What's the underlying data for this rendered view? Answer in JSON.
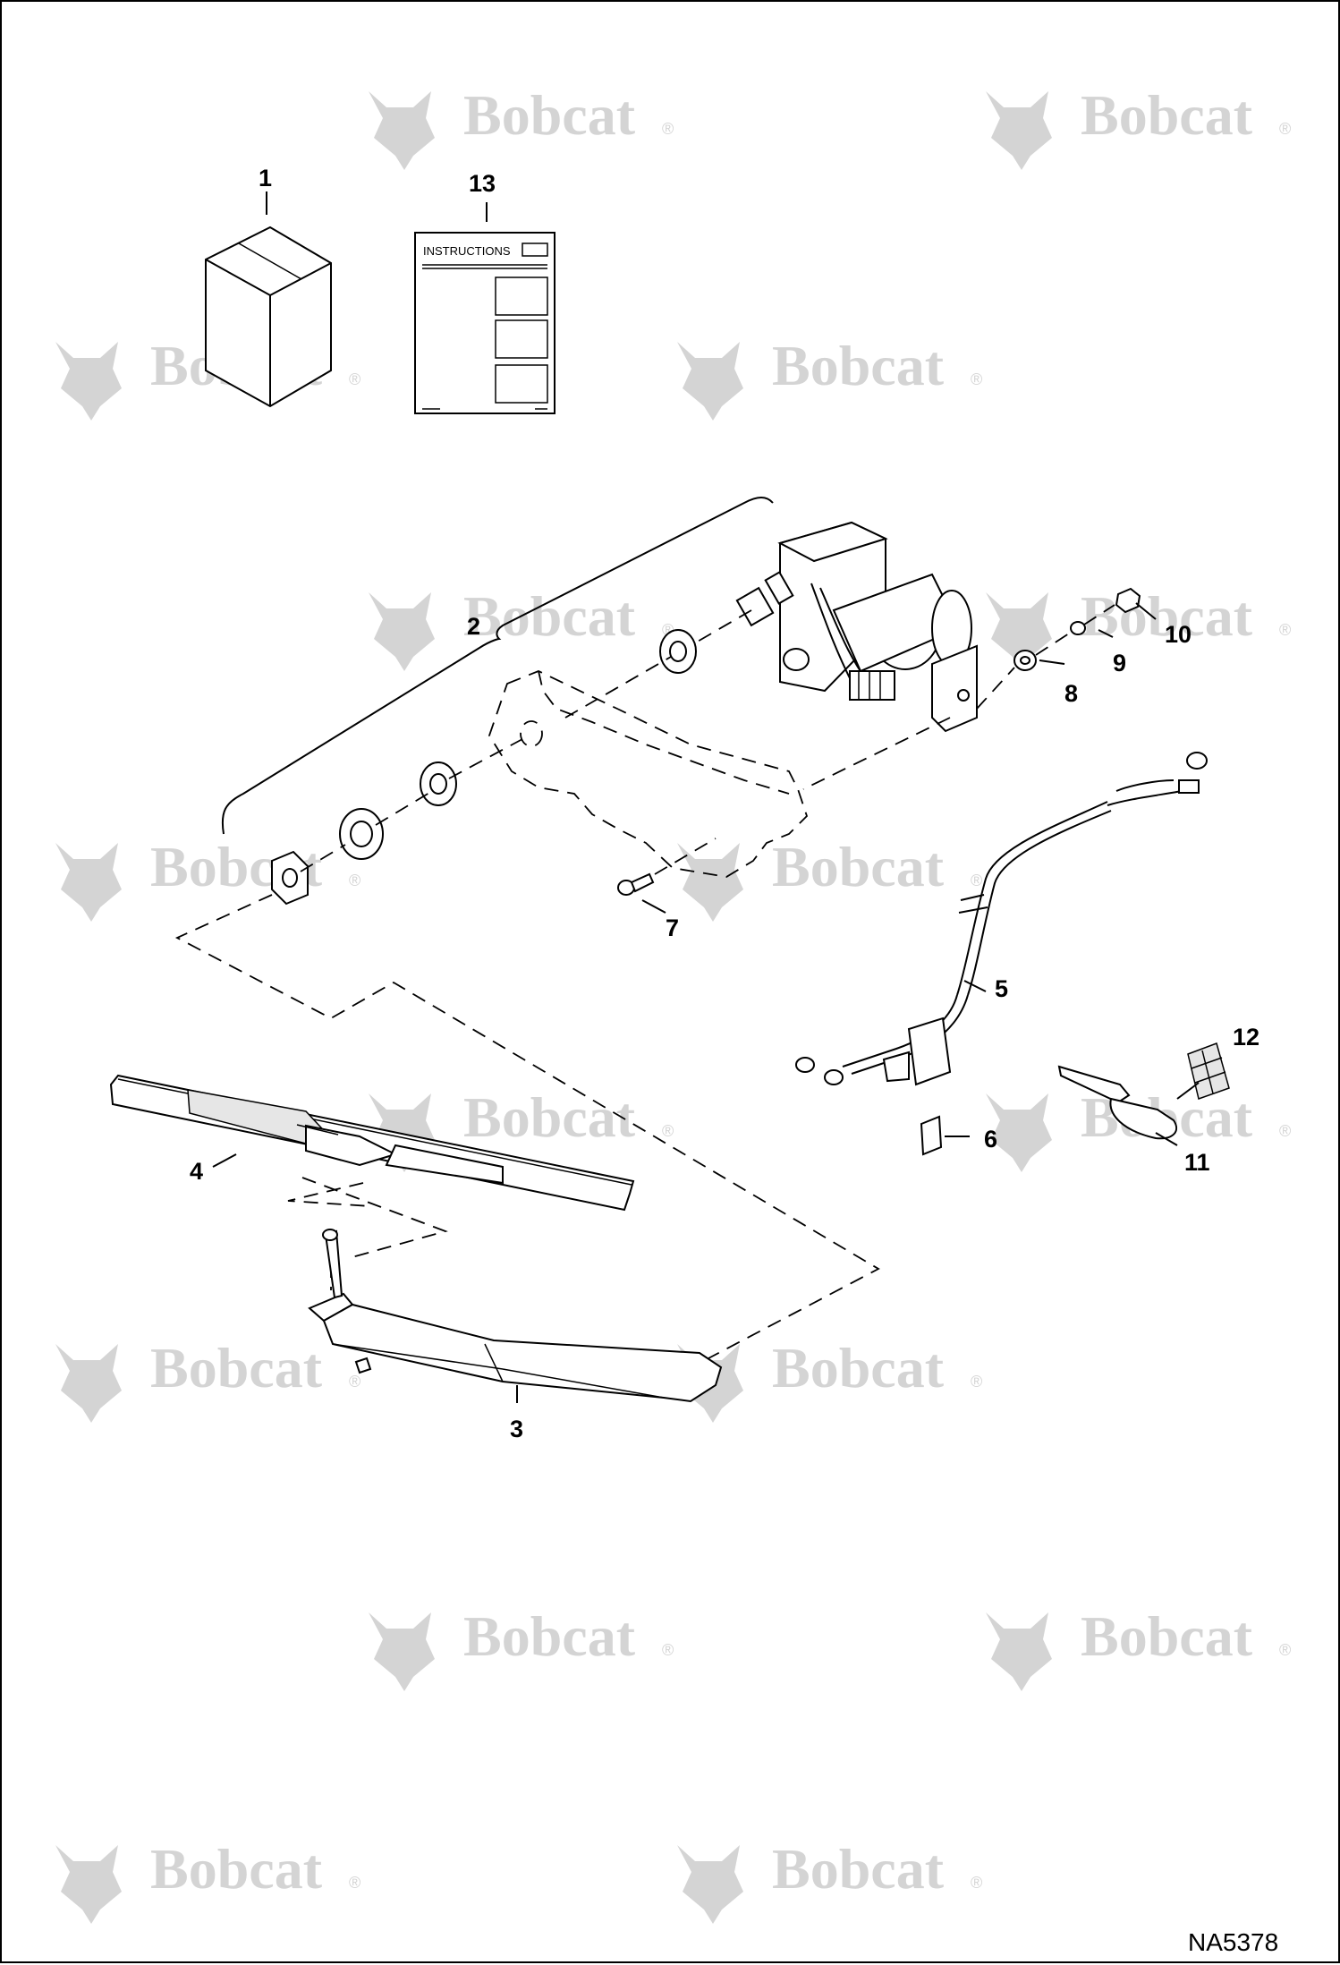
{
  "watermark": {
    "brand": "Bobcat",
    "reg_mark": "®"
  },
  "figure_id": "NA5378",
  "instructions_sheet": {
    "title": "INSTRUCTIONS"
  },
  "callouts": [
    "1",
    "2",
    "3",
    "4",
    "5",
    "6",
    "7",
    "8",
    "9",
    "10",
    "11",
    "12",
    "13"
  ]
}
